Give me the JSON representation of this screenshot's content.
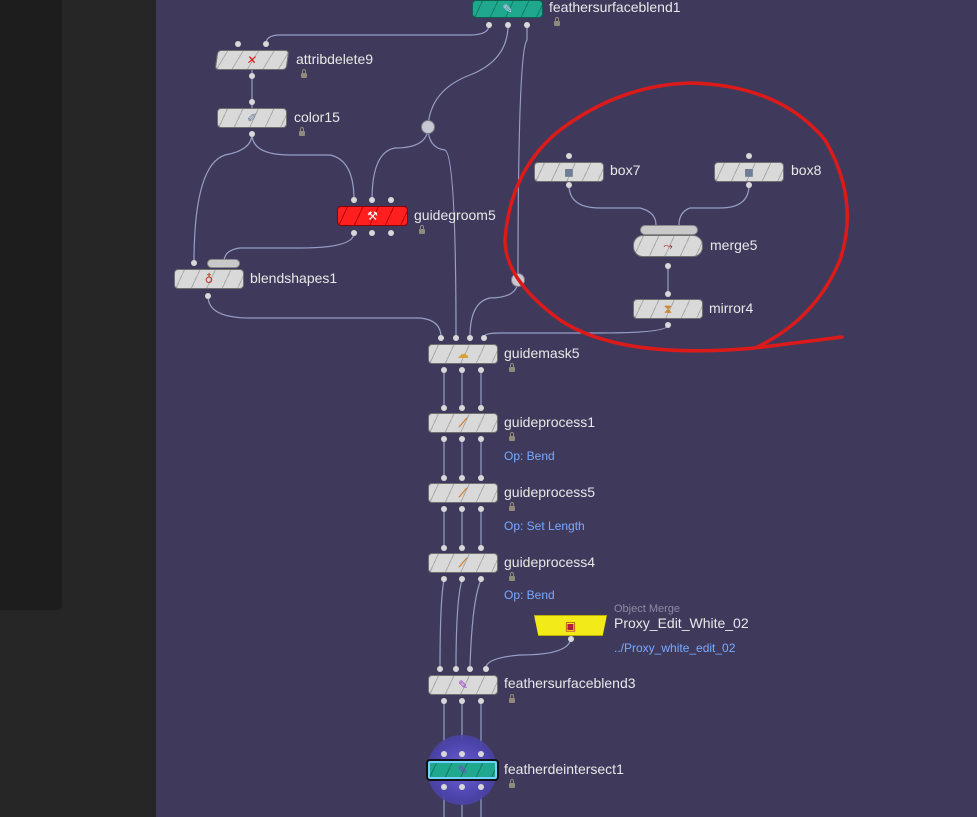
{
  "colors": {
    "network_bg": "#3f3a5c",
    "side_panel": "#1d1d1d",
    "wire": "#a8b0d8",
    "annotation": "#dd1a1a",
    "sub_text": "#79a9ff"
  },
  "nodes": {
    "feathersurfaceblend1": {
      "label": "feathersurfaceblend1",
      "icon": "feather-icon"
    },
    "attribdelete9": {
      "label": "attribdelete9",
      "icon": "x-attrib-icon"
    },
    "color15": {
      "label": "color15",
      "icon": "paint-tube-icon"
    },
    "guidegroom5": {
      "label": "guidegroom5",
      "icon": "groom-brush-icon"
    },
    "blendshapes1": {
      "label": "blendshapes1",
      "icon": "blendshapes-icon"
    },
    "box7": {
      "label": "box7",
      "icon": "cube-icon"
    },
    "box8": {
      "label": "box8",
      "icon": "cube-icon"
    },
    "merge5": {
      "label": "merge5",
      "icon": "merge-icon"
    },
    "mirror4": {
      "label": "mirror4",
      "icon": "mirror-icon"
    },
    "guidemask5": {
      "label": "guidemask5",
      "icon": "mask-icon"
    },
    "guideprocess1": {
      "label": "guideprocess1",
      "op": "Op: Bend",
      "icon": "guide-process-icon"
    },
    "guideprocess5": {
      "label": "guideprocess5",
      "op": "Op: Set Length",
      "icon": "guide-process-icon"
    },
    "guideprocess4": {
      "label": "guideprocess4",
      "op": "Op: Bend",
      "icon": "guide-process-icon"
    },
    "proxy_edit": {
      "type": "Object Merge",
      "label": "Proxy_Edit_White_02",
      "path": "../Proxy_white_edit_02",
      "icon": "object-merge-icon"
    },
    "feathersurfaceblend3": {
      "label": "feathersurfaceblend3",
      "icon": "feather-icon"
    },
    "featherdeintersect1": {
      "label": "featherdeintersect1",
      "icon": "feather-deintersect-icon"
    }
  }
}
